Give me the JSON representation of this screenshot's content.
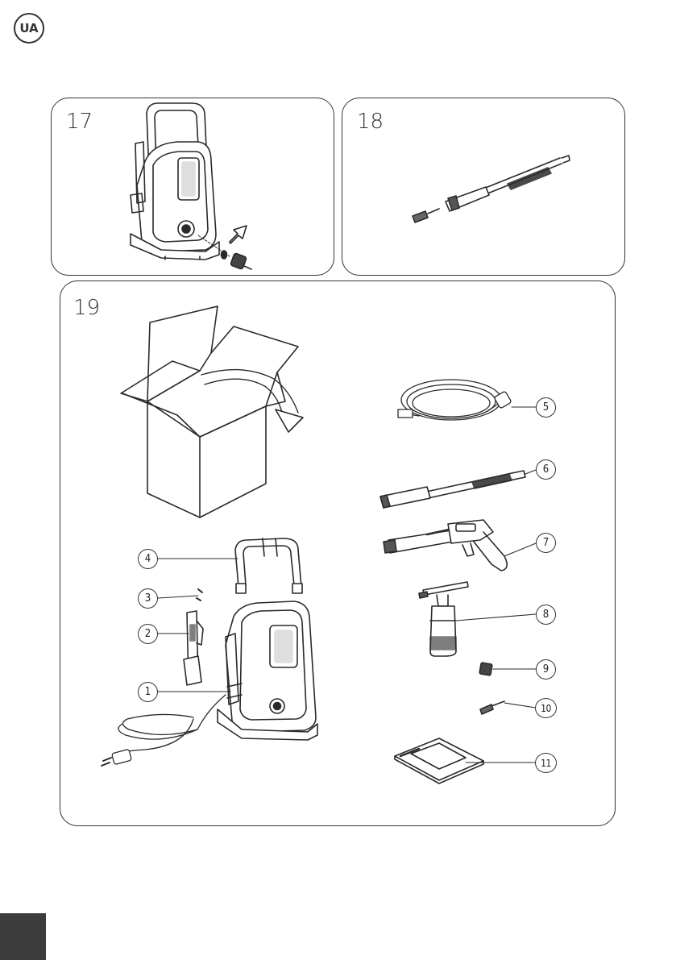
{
  "language_badge": "UA",
  "figures": [
    {
      "number": "17",
      "subject": "pressure washer with hose connector and gasket"
    },
    {
      "number": "18",
      "subject": "lance extension and nozzle"
    },
    {
      "number": "19",
      "subject": "package contents"
    }
  ],
  "callouts": [
    "1",
    "2",
    "3",
    "4",
    "5",
    "6",
    "7",
    "8",
    "9",
    "10",
    "11"
  ]
}
